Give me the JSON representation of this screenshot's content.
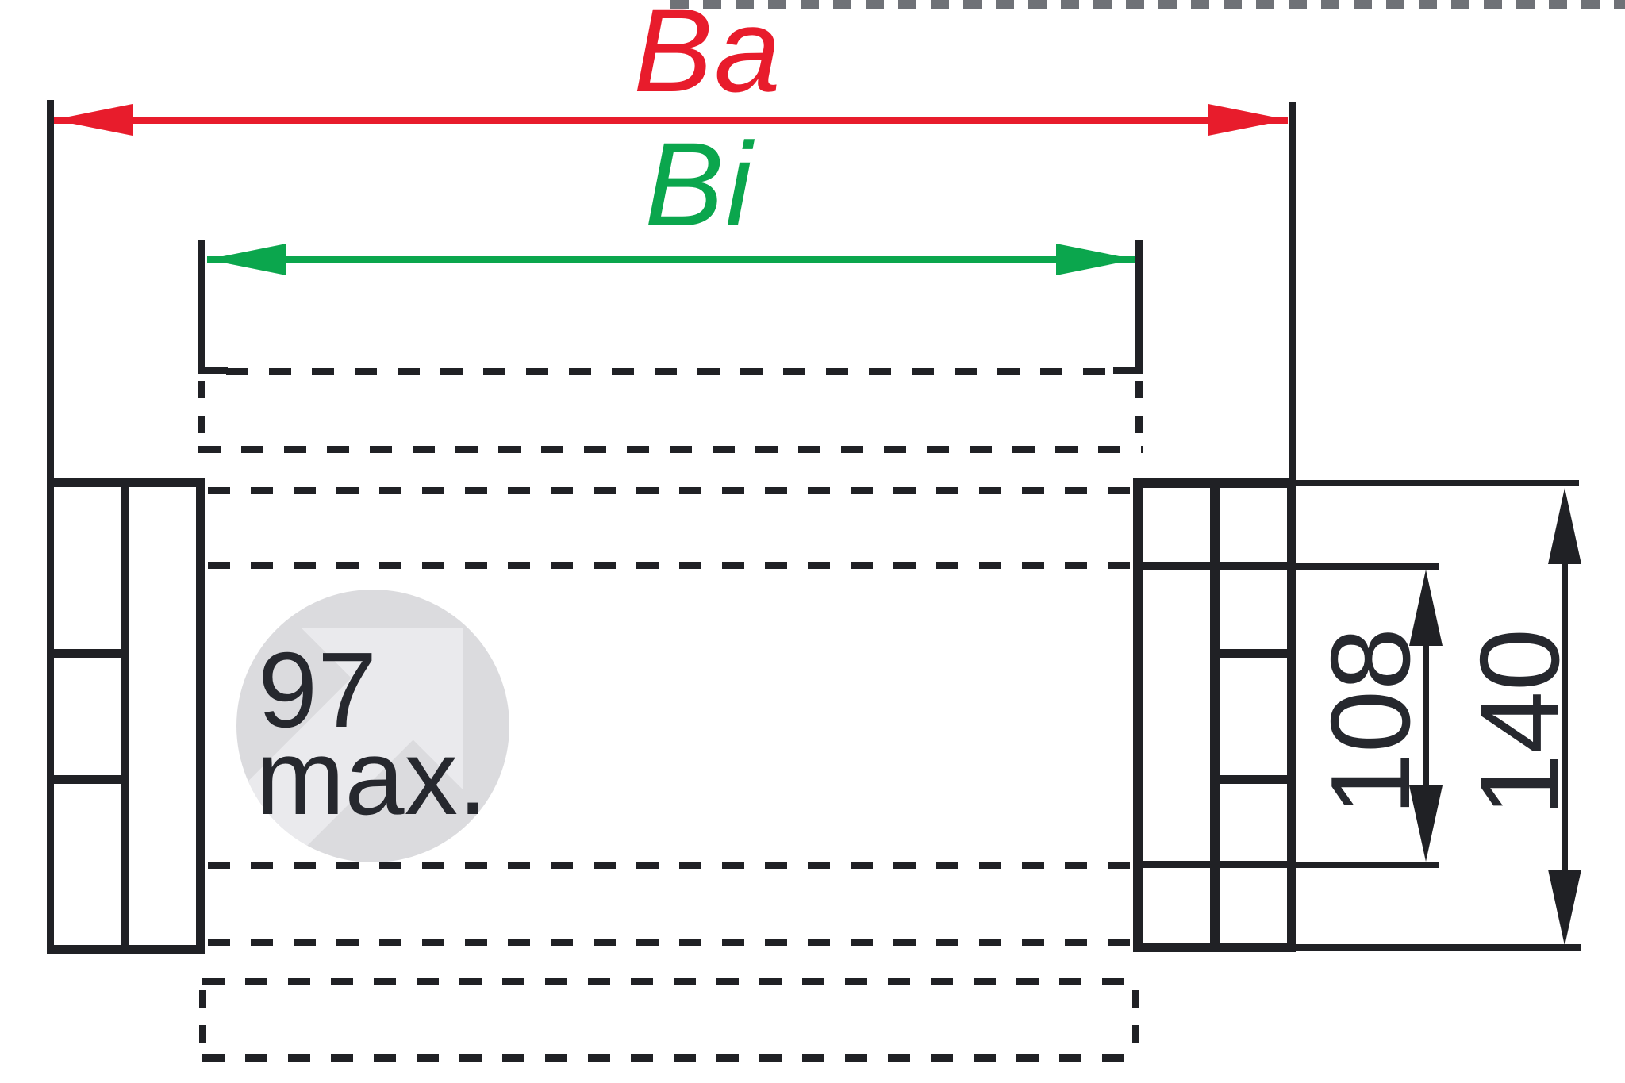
{
  "drawing": {
    "label_outer_width": "Ba",
    "label_inner_width": "Bi",
    "dim_inner_height": "108",
    "dim_total_height": "140",
    "watermark_value": "97",
    "watermark_suffix": "max."
  },
  "colors": {
    "red": "#e81c2c",
    "green": "#0ba64d",
    "ink": "#202125",
    "dimtext": "#26282e",
    "wmcircle": "#dbdbde",
    "wmarrow": "#eaeaed",
    "wmtext": "#26282e"
  }
}
